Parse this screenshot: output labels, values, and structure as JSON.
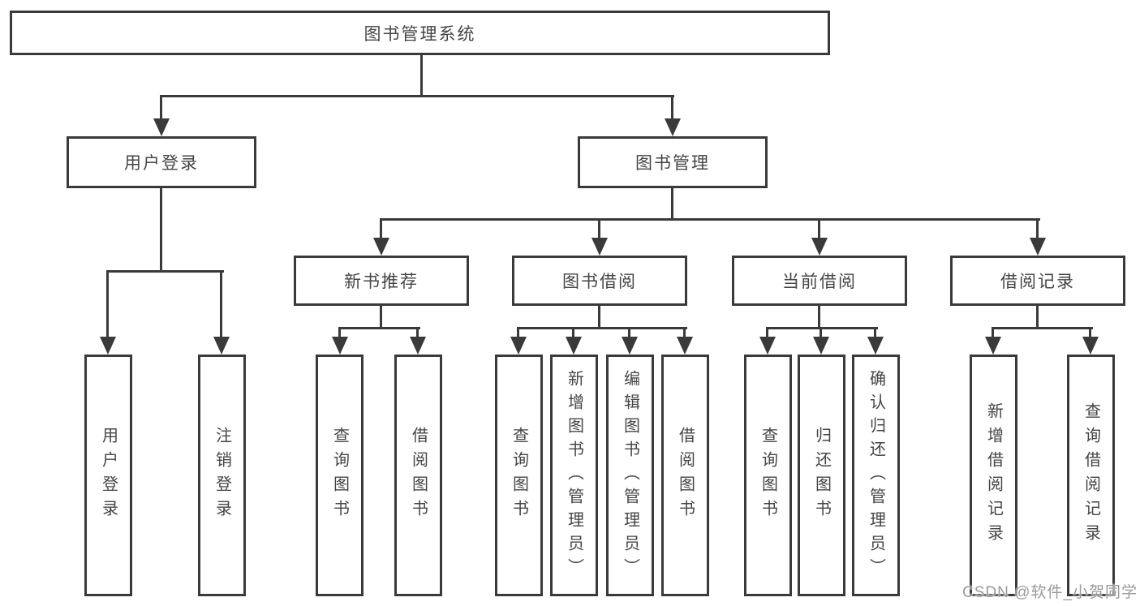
{
  "colors": {
    "line": "#3a3a3a",
    "box_fill": "#ffffff",
    "text": "#454545",
    "watermark": "#9a9a9a",
    "background": "#ffffff"
  },
  "watermark": "CSDN @软件_小贺同学",
  "diagram": {
    "root": "图书管理系统",
    "user_login": {
      "label": "用户登录",
      "children": [
        "用户登录",
        "注销登录"
      ]
    },
    "book_mgmt": {
      "label": "图书管理",
      "groups": [
        {
          "label": "新书推荐",
          "children": [
            "查询图书",
            "借阅图书"
          ]
        },
        {
          "label": "图书借阅",
          "children": [
            "查询图书",
            "新增图书（管理员）",
            "编辑图书（管理员）",
            "借阅图书"
          ]
        },
        {
          "label": "当前借阅",
          "children": [
            "查询图书",
            "归还图书",
            "确认归还（管理员）"
          ]
        },
        {
          "label": "借阅记录",
          "children": [
            "新增借阅记录",
            "查询借阅记录"
          ]
        }
      ]
    }
  }
}
